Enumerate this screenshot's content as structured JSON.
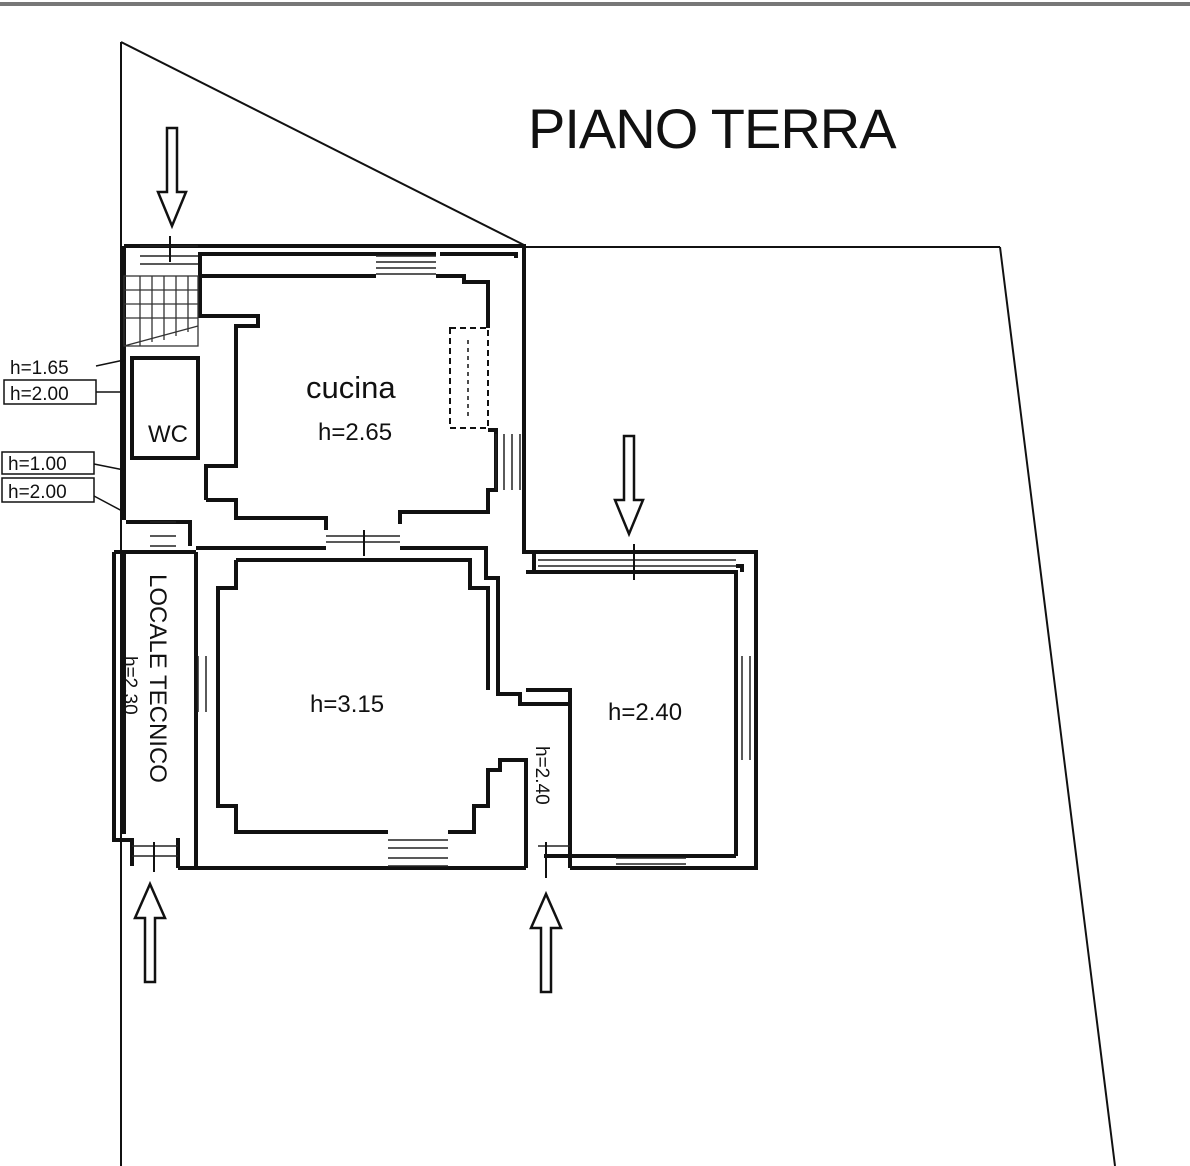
{
  "plan": {
    "title": "PIANO TERRA",
    "rooms": {
      "cucina": {
        "name": "cucina",
        "height": "h=2.65"
      },
      "wc": {
        "name": "WC"
      },
      "central": {
        "height": "h=3.15"
      },
      "east": {
        "height": "h=2.40"
      },
      "corridor": {
        "height": "h=2.40"
      },
      "technical": {
        "name": "LOCALE TECNICO",
        "height": "h=2.30"
      }
    },
    "stair_heights": [
      "h=1.65",
      "h=2.00",
      "h=1.00",
      "h=2.00"
    ]
  }
}
